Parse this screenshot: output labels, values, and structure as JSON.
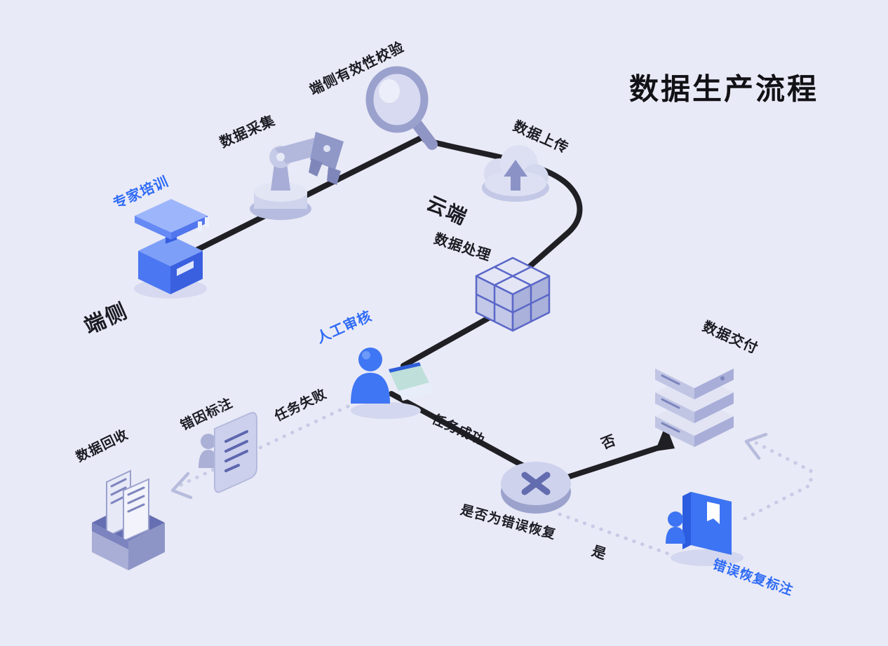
{
  "title": "数据生产流程",
  "regions": {
    "device_side": "端侧",
    "cloud_side": "云端"
  },
  "nodes": {
    "expert_training": {
      "label": "专家培训",
      "icon": "podium-icon",
      "accent": true
    },
    "data_collection": {
      "label": "数据采集",
      "icon": "robot-arm-icon",
      "accent": false
    },
    "device_validation": {
      "label": "端侧有效性校验",
      "icon": "magnifier-icon",
      "accent": false
    },
    "data_upload": {
      "label": "数据上传",
      "icon": "cloud-upload-icon",
      "accent": false
    },
    "data_processing": {
      "label": "数据处理",
      "icon": "cube-icon",
      "accent": false
    },
    "manual_review": {
      "label": "人工审核",
      "icon": "reviewer-laptop-icon",
      "accent": true
    },
    "error_cause_annotation": {
      "label": "错因标注",
      "icon": "document-person-icon",
      "accent": false
    },
    "data_recycle": {
      "label": "数据回收",
      "icon": "recycle-box-icon",
      "accent": false
    },
    "error_recovery_decision": {
      "label": "是否为错误恢复",
      "icon": "decision-x-icon",
      "accent": false
    },
    "data_delivery": {
      "label": "数据交付",
      "icon": "server-icon",
      "accent": false
    },
    "error_recovery_annotation": {
      "label": "错误恢复标注",
      "icon": "book-person-icon",
      "accent": true
    }
  },
  "edges": {
    "task_failed": "任务失败",
    "task_success": "任务成功",
    "no": "否",
    "yes": "是"
  },
  "colors": {
    "background": "#e9eaf7",
    "accent_blue": "#2e6bf6",
    "solid_line": "#1f1f24",
    "dotted_line": "#c7cbe6",
    "title_text": "#121216",
    "label_text": "#1b1b22",
    "icon_lavender": "#c3c8e6",
    "icon_blue": "#3d74f3"
  }
}
